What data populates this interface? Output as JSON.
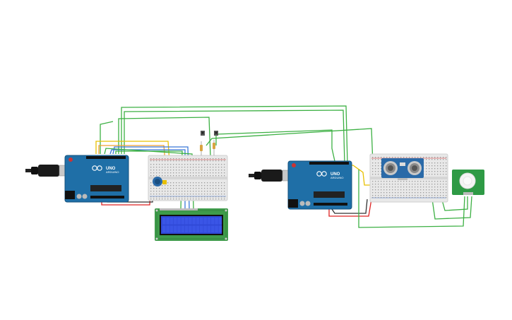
{
  "circuit": {
    "arduino_left": {
      "brand_text": "UNO",
      "sub_text": "ARDUINO"
    },
    "arduino_right": {
      "brand_text": "UNO",
      "sub_text": "ARDUINO"
    },
    "lcd": {
      "display_text": ""
    },
    "ultrasonic_label": "",
    "pir_label": ""
  },
  "colors": {
    "arduino": "#1f6fa7",
    "arduino_dark": "#15527d",
    "breadboard": "#e8e8e8",
    "rail_red": "#d33",
    "rail_blue": "#36c",
    "wire_green": "#3cb043",
    "wire_yellow": "#e8c000",
    "wire_orange": "#f0a030",
    "wire_red": "#d22",
    "wire_black": "#333333",
    "wire_blue": "#3a78d8",
    "lcd_screen": "#3049d8",
    "lcd_pcb": "#3e9b4a",
    "pir_pcb": "#2e9a45",
    "sensor_blue": "#2a6aa8"
  },
  "icons": [
    "usb-cable-left",
    "usb-cable-right",
    "potentiometer",
    "push-button",
    "resistor",
    "ultrasonic-sensor",
    "pir-sensor"
  ]
}
